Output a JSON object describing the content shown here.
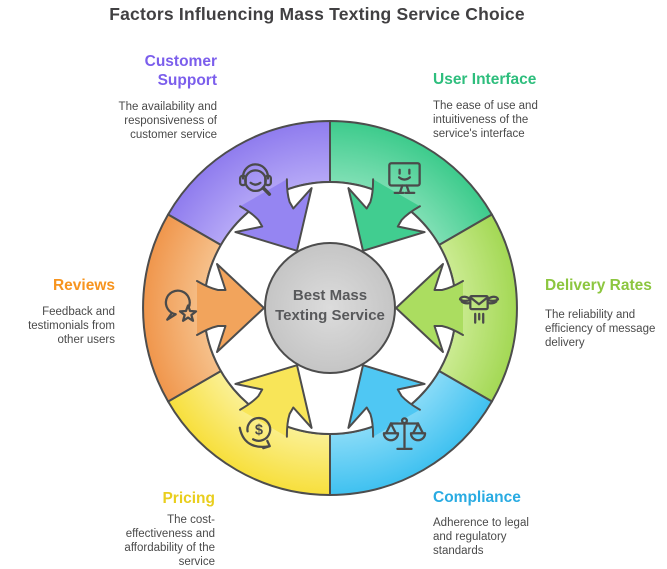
{
  "title": "Factors Influencing Mass Texting Service Choice",
  "palette": {
    "outline": "#4D4D4D",
    "icon_stroke": "#4A4A4A",
    "title_text": "#414042",
    "description_text": "#4A4A4A",
    "background": "#FFFFFF",
    "inner_disc": "#FFFFFF"
  },
  "center": {
    "line1": "Best Mass",
    "line2": "Texting Service",
    "fill_light": "#DCDCDC",
    "fill_dark": "#C5C5C5",
    "text_color": "#58595B"
  },
  "factors": [
    {
      "id": "customer-support",
      "label": "Customer Support",
      "label_color": "#7B5EEC",
      "description": "The availability and responsiveness of customer service",
      "icon": "headset-icon",
      "angle": 330,
      "ring_outer": "#8F7CEE",
      "ring_inner": "#B7AAF7",
      "arrow": "#9585F2"
    },
    {
      "id": "user-interface",
      "label": "User Interface",
      "label_color": "#2EBE7D",
      "description": "The ease of use and intuitiveness of the service's interface",
      "icon": "monitor-smile-icon",
      "angle": 30,
      "ring_outer": "#3DCB8C",
      "ring_inner": "#82E0B6",
      "arrow": "#41CD90"
    },
    {
      "id": "delivery-rates",
      "label": "Delivery Rates",
      "label_color": "#8CC63F",
      "description": "The reliability and efficiency of message delivery",
      "icon": "winged-mail-icon",
      "angle": 90,
      "ring_outer": "#A3D854",
      "ring_inner": "#CDEC95",
      "arrow": "#ABDD60"
    },
    {
      "id": "compliance",
      "label": "Compliance",
      "label_color": "#29ABE2",
      "description": "Adherence to legal and regulatory standards",
      "icon": "balance-scale-icon",
      "angle": 150,
      "ring_outer": "#3FC1F0",
      "ring_inner": "#8BDCF8",
      "arrow": "#4FC7F3"
    },
    {
      "id": "pricing",
      "label": "Pricing",
      "label_color": "#E9CE1D",
      "description": "The cost-effectiveness and affordability of the service",
      "icon": "dollar-discount-icon",
      "angle": 210,
      "ring_outer": "#F7DF3C",
      "ring_inner": "#FBF198",
      "arrow": "#F8E558"
    },
    {
      "id": "reviews",
      "label": "Reviews",
      "label_color": "#F7941E",
      "description": "Feedback and testimonials from other users",
      "icon": "chat-star-icon",
      "angle": 270,
      "ring_outer": "#F0964C",
      "ring_inner": "#F6C28D",
      "arrow": "#F2A45C"
    }
  ]
}
